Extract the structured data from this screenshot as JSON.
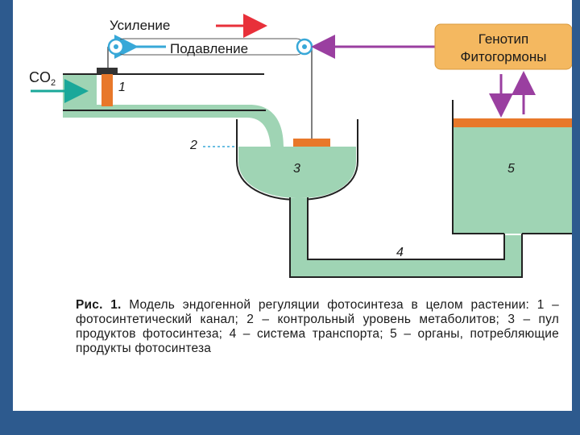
{
  "labels": {
    "amplify": "Усиление",
    "suppress": "Подавление",
    "co2_main": "CO",
    "co2_sub": "2",
    "genotype_line1": "Генотип",
    "genotype_line2": "Фитогормоны",
    "n1": "1",
    "n2": "2",
    "n3": "3",
    "n4": "4",
    "n5": "5"
  },
  "caption": {
    "prefix": "Рис. 1.",
    "text": "Модель эндогенной регуляции фотосинтеза в целом растении: 1 – фотосинтетический канал; 2 – контрольный уровень метаболитов; 3 – пул продуктов фотосинтеза; 4 – система транспорта; 5 – органы, потребляющие продукты фотосинтеза"
  },
  "colors": {
    "liquid": "#9fd4b4",
    "orange": "#e8782a",
    "genotype_box": "#f4b860",
    "red_arrow": "#e8303a",
    "blue_arrow": "#38a8d8",
    "purple": "#9a3fa0",
    "teal_arrow": "#1aa89a",
    "frame": "#2d5a8e"
  }
}
